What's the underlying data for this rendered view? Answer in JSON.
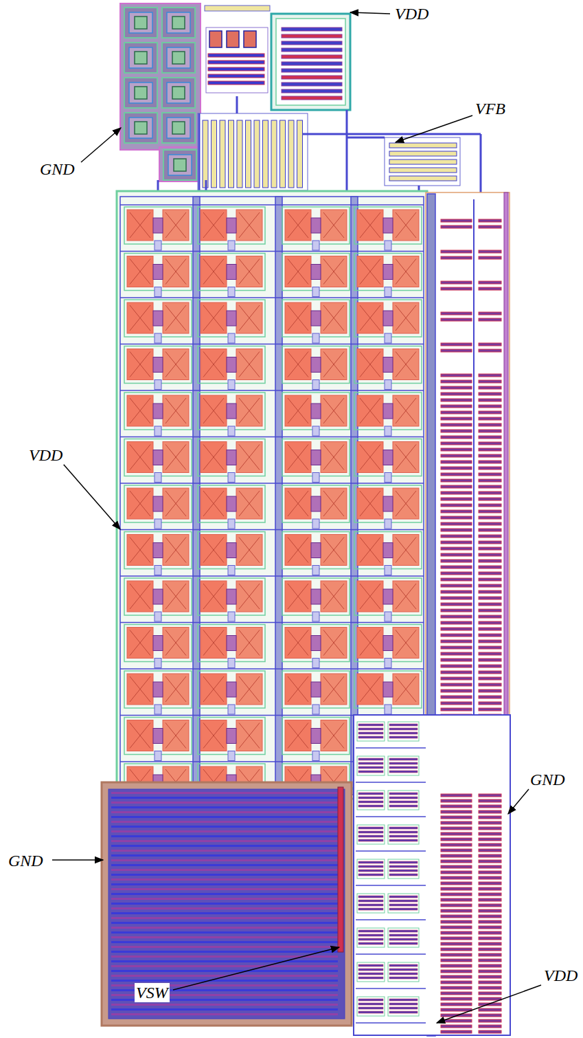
{
  "diagram": {
    "labels": [
      "VDD",
      "VFB",
      "GND",
      "VDD",
      "GND",
      "GND",
      "VDD",
      "VSW"
    ]
  }
}
